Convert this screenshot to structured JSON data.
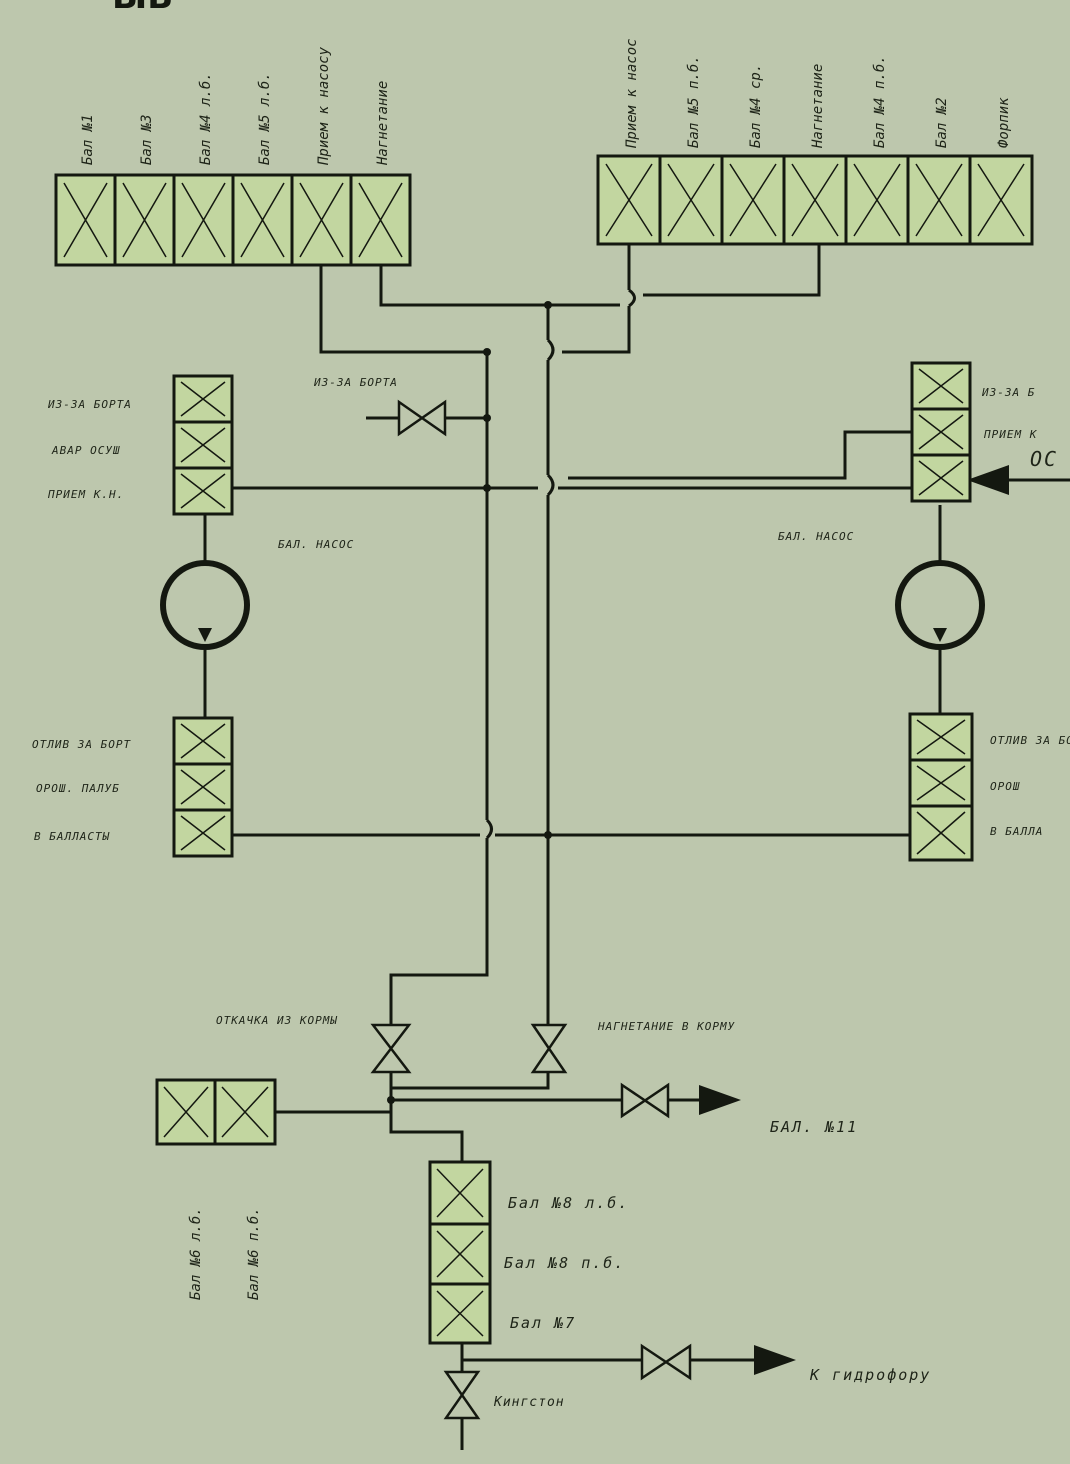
{
  "colors": {
    "paper": "#bdc7ad",
    "box_fill": "#c2d6a0",
    "ink": "#141810"
  },
  "header": {
    "title_fragment": "ЫБ"
  },
  "top_left_manifold": {
    "labels": [
      "Бал №1",
      "Бал №3",
      "Бал №4 л.б.",
      "Бал №5 л.б.",
      "Прием к насосу",
      "Нагнетание"
    ]
  },
  "top_right_manifold": {
    "labels": [
      "Прием к насос",
      "Бал №5 п.б.",
      "Бал №4 ср.",
      "Нагнетание",
      "Бал №4 п.б.",
      "Бал №2",
      "Форпик"
    ]
  },
  "left_pump_group": {
    "upper_labels": [
      "ИЗ-ЗА БОРТА",
      "АВАР ОСУШ",
      "ПРИЕМ К.Н."
    ],
    "pump_label": "БАЛ. НАСОС",
    "lower_labels": [
      "ОТЛИВ ЗА БОРТ",
      "ОРОШ. ПАЛУБ",
      "В БАЛЛАСТЫ"
    ]
  },
  "right_pump_group": {
    "upper_labels": [
      "ИЗ-ЗА Б",
      "ПРИЕМ К",
      "ОС"
    ],
    "pump_label": "БАЛ. НАСОС",
    "lower_labels": [
      "ОТЛИВ ЗА БОРТ",
      "ОРОШ",
      "В БАЛЛА"
    ]
  },
  "center": {
    "overboard_valve_label": "ИЗ-ЗА БОРТА"
  },
  "bottom": {
    "suction_valve_label": "ОТКАЧКА ИЗ КОРМЫ",
    "discharge_valve_label": "НАГНЕТАНИЕ В КОРМУ",
    "bal11_label": "БАЛ. №11",
    "bal6_labels": [
      "Бал №6 л.б.",
      "Бал №6 п.б."
    ],
    "stack_labels": [
      "Бал №8 л.б.",
      "Бал №8 п.б.",
      "Бал №7"
    ],
    "hydrophore_label": "К гидрофору",
    "kingston_label": "Кингстон"
  }
}
